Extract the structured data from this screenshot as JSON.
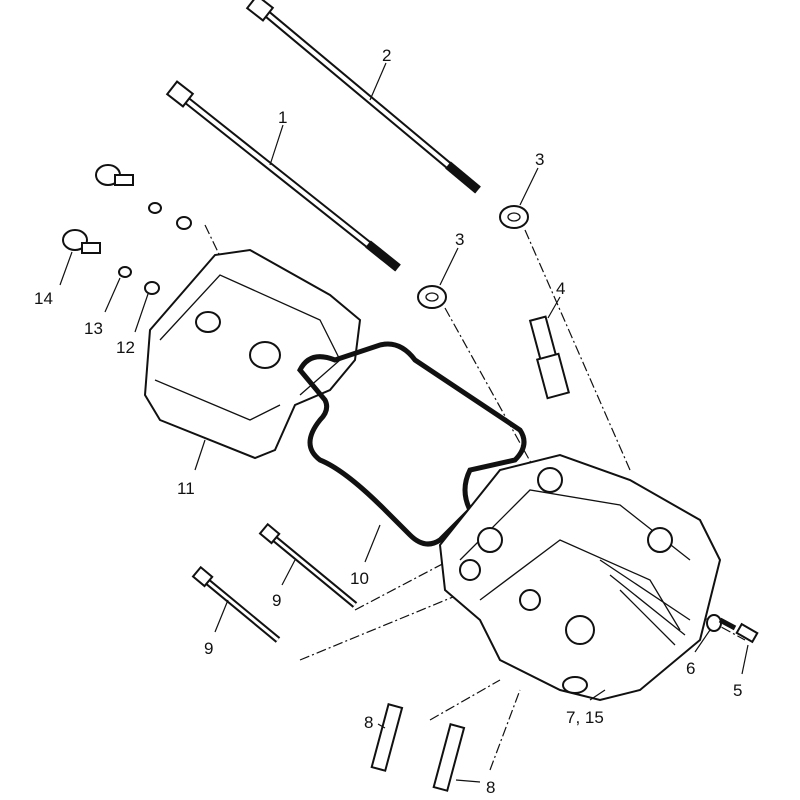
{
  "diagram": {
    "title": "Cylinder head exploded parts diagram",
    "labels": [
      "1",
      "2",
      "3",
      "3",
      "4",
      "5",
      "6",
      "7, 15",
      "8",
      "8",
      "9",
      "9",
      "10",
      "11",
      "12",
      "13",
      "14"
    ]
  }
}
